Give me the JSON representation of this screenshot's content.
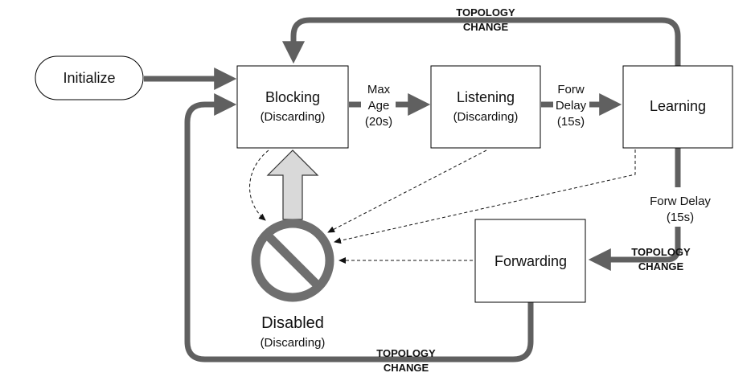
{
  "states": {
    "initialize": {
      "label": "Initialize"
    },
    "blocking": {
      "label": "Blocking",
      "sublabel": "(Discarding)"
    },
    "listening": {
      "label": "Listening",
      "sublabel": "(Discarding)"
    },
    "learning": {
      "label": "Learning"
    },
    "forwarding": {
      "label": "Forwarding"
    },
    "disabled": {
      "label": "Disabled",
      "sublabel": "(Discarding)"
    }
  },
  "transitions": {
    "max_age": {
      "line1": "Max",
      "line2": "Age",
      "line3": "(20s)"
    },
    "forw_delay_1": {
      "line1": "Forw",
      "line2": "Delay",
      "line3": "(15s)"
    },
    "forw_delay_2": {
      "line1": "Forw Delay",
      "line2": "(15s)"
    },
    "topology_change_top": {
      "line1": "TOPOLOGY",
      "line2": "CHANGE"
    },
    "topology_change_right": {
      "line1": "TOPOLOGY",
      "line2": "CHANGE"
    },
    "topology_change_bottom": {
      "line1": "TOPOLOGY",
      "line2": "CHANGE"
    }
  },
  "colors": {
    "arrow": "#606060",
    "box_border": "#000000",
    "disabled_symbol": "#6f6f6f",
    "up_arrow_fill": "#d9d9d9"
  }
}
